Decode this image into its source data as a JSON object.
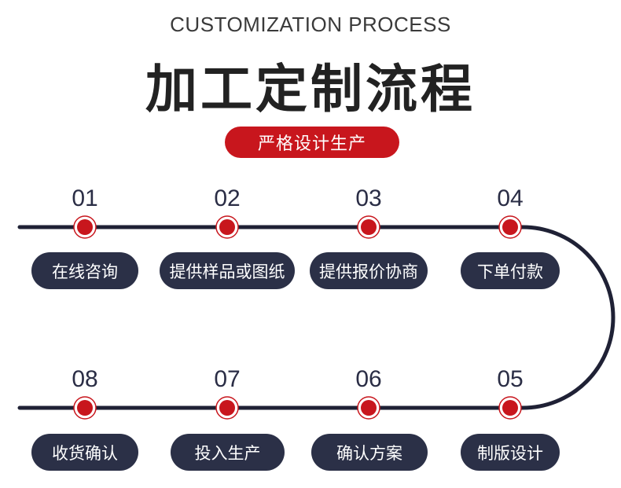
{
  "header": {
    "subtitle_en": "CUSTOMIZATION PROCESS",
    "title": "加工定制流程",
    "tagline": "严格设计生产"
  },
  "steps": [
    {
      "number": "01",
      "label": "在线咨询"
    },
    {
      "number": "02",
      "label": "提供样品或图纸"
    },
    {
      "number": "03",
      "label": "提供报价协商"
    },
    {
      "number": "04",
      "label": "下单付款"
    },
    {
      "number": "05",
      "label": "制版设计"
    },
    {
      "number": "06",
      "label": "确认方案"
    },
    {
      "number": "07",
      "label": "投入生产"
    },
    {
      "number": "08",
      "label": "收货确认"
    }
  ],
  "colors": {
    "accent_red": "#c8161d",
    "dark_navy": "#2b3047",
    "track": "#1f2135"
  }
}
